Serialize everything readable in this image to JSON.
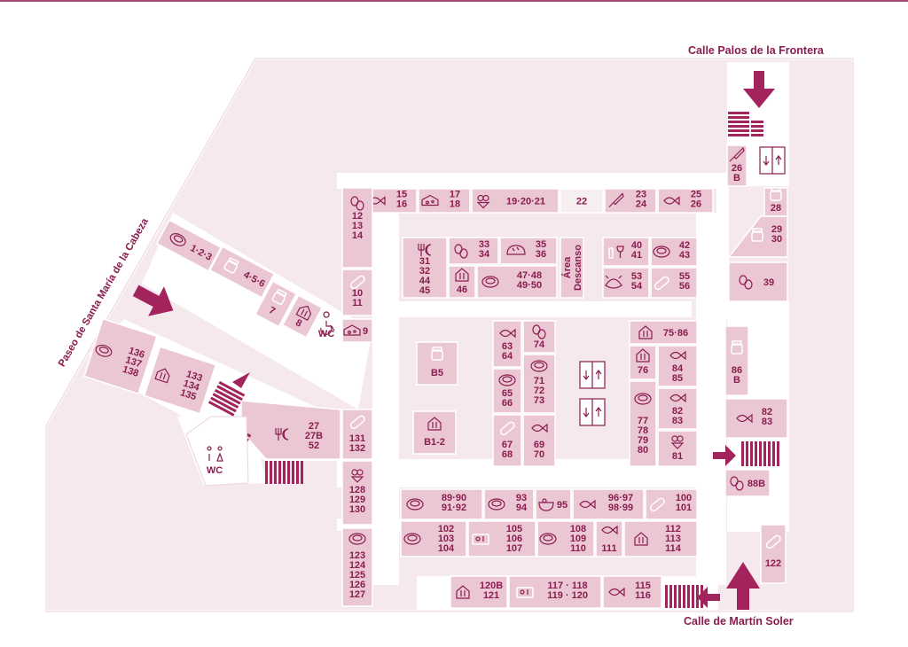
{
  "colors": {
    "accent": "#8a1d4f",
    "arrow": "#a3245c",
    "stall": "#ebc6d3",
    "floor": "#f6e9ee",
    "aisle": "#ffffff"
  },
  "streets": {
    "north": "Calle Palos de la Frontera",
    "south": "Calle de Martín Soler",
    "west": "Paseo de Santa María de la Cabeza"
  },
  "stalls": [
    {
      "id": "s15",
      "icon": "fish-icon",
      "lines": [
        "15",
        "16"
      ]
    },
    {
      "id": "s17",
      "icon": "cheese-icon",
      "lines": [
        "17",
        "18"
      ]
    },
    {
      "id": "s19",
      "icon": "flowers-icon",
      "lines": [
        "19·20·21"
      ]
    },
    {
      "id": "s22",
      "icon": "",
      "lines": [
        "22"
      ]
    },
    {
      "id": "s23",
      "icon": "knife-icon",
      "lines": [
        "23",
        "24"
      ]
    },
    {
      "id": "s25",
      "icon": "fish-icon",
      "lines": [
        "25",
        "26"
      ]
    },
    {
      "id": "s12",
      "icon": "egg-icon",
      "lines": [
        "12",
        "13",
        "14"
      ]
    },
    {
      "id": "s10",
      "icon": "sausage-icon",
      "lines": [
        "10",
        "11"
      ]
    },
    {
      "id": "s9",
      "icon": "cheese-icon",
      "lines": [
        "9"
      ]
    },
    {
      "id": "s1",
      "icon": "meat-icon",
      "lines": [
        "1·2·3"
      ]
    },
    {
      "id": "s4",
      "icon": "jar-icon",
      "lines": [
        "4·5·6"
      ]
    },
    {
      "id": "s7",
      "icon": "jar-icon",
      "lines": [
        "7"
      ]
    },
    {
      "id": "s8",
      "icon": "restaurant-icon",
      "lines": [
        "8"
      ]
    },
    {
      "id": "s31",
      "icon": "restaurant-night-icon",
      "lines": [
        "31",
        "32",
        "44",
        "45"
      ]
    },
    {
      "id": "s33",
      "icon": "egg-icon",
      "lines": [
        "33",
        "34"
      ]
    },
    {
      "id": "s35",
      "icon": "bread-icon",
      "lines": [
        "35",
        "36"
      ]
    },
    {
      "id": "s46",
      "icon": "restaurant-icon",
      "lines": [
        "46"
      ]
    },
    {
      "id": "s47",
      "icon": "meat-icon",
      "lines": [
        "47·48",
        "49·50"
      ]
    },
    {
      "id": "s40",
      "icon": "wine-icon",
      "lines": [
        "40",
        "41"
      ]
    },
    {
      "id": "s42",
      "icon": "meat-icon",
      "lines": [
        "42",
        "43"
      ]
    },
    {
      "id": "s53",
      "icon": "shellfish-icon",
      "lines": [
        "53",
        "54"
      ]
    },
    {
      "id": "s55",
      "icon": "sausage-icon",
      "lines": [
        "55",
        "56"
      ]
    },
    {
      "id": "s26b",
      "icon": "knife-icon",
      "lines": [
        "26",
        "B"
      ]
    },
    {
      "id": "s28",
      "icon": "jar-icon",
      "lines": [
        "28"
      ]
    },
    {
      "id": "s29",
      "icon": "jar-icon",
      "lines": [
        "29",
        "30"
      ]
    },
    {
      "id": "s39",
      "icon": "egg-icon",
      "lines": [
        "39"
      ]
    },
    {
      "id": "s136",
      "icon": "meat-icon",
      "lines": [
        "136",
        "137",
        "138"
      ]
    },
    {
      "id": "s133",
      "icon": "restaurant-icon",
      "lines": [
        "133",
        "134",
        "135"
      ]
    },
    {
      "id": "s27",
      "icon": "restaurant-night-icon",
      "lines": [
        "27",
        "27B",
        "52"
      ]
    },
    {
      "id": "sB5",
      "icon": "jar-icon",
      "lines": [
        "B5"
      ]
    },
    {
      "id": "sB12",
      "icon": "restaurant-icon",
      "lines": [
        "B1-2"
      ]
    },
    {
      "id": "s63",
      "icon": "fish-icon",
      "lines": [
        "63",
        "64"
      ]
    },
    {
      "id": "s74",
      "icon": "egg-icon",
      "lines": [
        "74"
      ]
    },
    {
      "id": "s65",
      "icon": "meat-icon",
      "lines": [
        "65",
        "66"
      ]
    },
    {
      "id": "s71",
      "icon": "meat-icon",
      "lines": [
        "71",
        "72",
        "73"
      ]
    },
    {
      "id": "s67",
      "icon": "sausage-icon",
      "lines": [
        "67",
        "68"
      ]
    },
    {
      "id": "s69",
      "icon": "fish-icon",
      "lines": [
        "69",
        "70"
      ]
    },
    {
      "id": "s75",
      "icon": "restaurant-icon",
      "lines": [
        "75·86"
      ]
    },
    {
      "id": "s76",
      "icon": "restaurant-icon",
      "lines": [
        "76"
      ]
    },
    {
      "id": "s84",
      "icon": "fish-icon",
      "lines": [
        "84",
        "85"
      ]
    },
    {
      "id": "s77",
      "icon": "meat-icon",
      "lines": [
        "77",
        "78",
        "79",
        "80"
      ]
    },
    {
      "id": "s82a",
      "icon": "fish-icon",
      "lines": [
        "82",
        "83"
      ]
    },
    {
      "id": "s81",
      "icon": "flowers-icon",
      "lines": [
        "81"
      ]
    },
    {
      "id": "s86b",
      "icon": "jar-icon",
      "lines": [
        "86",
        "B"
      ]
    },
    {
      "id": "s82b",
      "icon": "fish-icon",
      "lines": [
        "82",
        "83"
      ]
    },
    {
      "id": "s88b",
      "icon": "egg-icon",
      "lines": [
        "88B"
      ]
    },
    {
      "id": "s131",
      "icon": "sausage-icon",
      "lines": [
        "131",
        "132"
      ]
    },
    {
      "id": "s128",
      "icon": "flowers-icon",
      "lines": [
        "128",
        "129",
        "130"
      ]
    },
    {
      "id": "s123",
      "icon": "meat-icon",
      "lines": [
        "123",
        "124",
        "125",
        "126",
        "127"
      ]
    },
    {
      "id": "s89",
      "icon": "meat-icon",
      "lines": [
        "89·90",
        "91·92"
      ]
    },
    {
      "id": "s93",
      "icon": "meat-icon",
      "lines": [
        "93",
        "94"
      ]
    },
    {
      "id": "s95",
      "icon": "bowl-icon",
      "lines": [
        "95"
      ]
    },
    {
      "id": "s96",
      "icon": "fish-icon",
      "lines": [
        "96·97",
        "98·99"
      ]
    },
    {
      "id": "s100",
      "icon": "sausage-icon",
      "lines": [
        "100",
        "101"
      ]
    },
    {
      "id": "s102",
      "icon": "meat-icon",
      "lines": [
        "102",
        "103",
        "104"
      ]
    },
    {
      "id": "s105",
      "icon": "sewing-icon",
      "lines": [
        "105",
        "106",
        "107"
      ]
    },
    {
      "id": "s108",
      "icon": "meat-icon",
      "lines": [
        "108",
        "109",
        "110"
      ]
    },
    {
      "id": "s111",
      "icon": "fish-icon",
      "lines": [
        "111"
      ]
    },
    {
      "id": "s112",
      "icon": "restaurant-icon",
      "lines": [
        "112",
        "113",
        "114"
      ]
    },
    {
      "id": "s120",
      "icon": "restaurant-icon",
      "lines": [
        "120B",
        "121"
      ]
    },
    {
      "id": "s117",
      "icon": "sewing-icon",
      "lines": [
        "117 · 118",
        "119 · 120"
      ]
    },
    {
      "id": "s115",
      "icon": "fish-icon",
      "lines": [
        "115",
        "116"
      ]
    },
    {
      "id": "s122",
      "icon": "sausage-icon",
      "lines": [
        "122"
      ]
    },
    {
      "id": "sArea",
      "icon": "",
      "lines": [
        "Área",
        "Descanso"
      ]
    }
  ],
  "wc": [
    {
      "label": "WC"
    },
    {
      "label": "WC"
    }
  ]
}
